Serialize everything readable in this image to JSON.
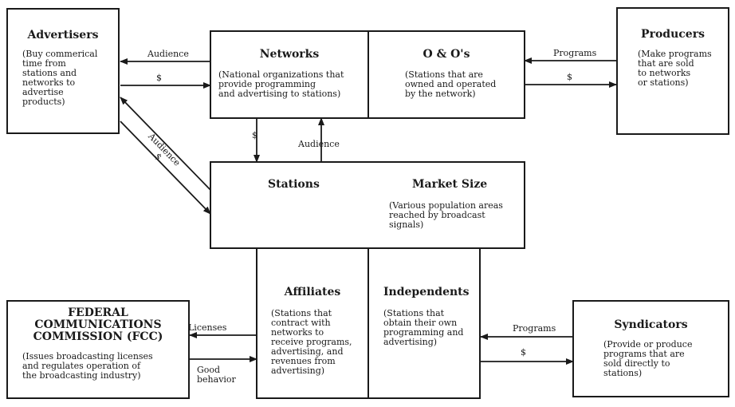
{
  "advertisers": {
    "title": "Advertisers",
    "desc": [
      "(Buy commerical",
      "time from",
      "stations and",
      "networks to",
      "advertise",
      "products)"
    ]
  },
  "networks": {
    "title": "Networks",
    "desc": [
      "(National organizations that",
      "provide programming",
      "and advertising to stations)"
    ]
  },
  "oandos": {
    "title": "O & O's",
    "desc": [
      "(Stations that are",
      "owned and operated",
      "by the network)"
    ]
  },
  "producers": {
    "title": "Producers",
    "desc": [
      "(Make programs",
      "that are sold",
      "to networks",
      "or stations)"
    ]
  },
  "stations": {
    "title": "Stations"
  },
  "market_size": {
    "title": "Market Size",
    "desc": [
      "(Various population areas",
      "reached by broadcast",
      "signals)"
    ]
  },
  "affiliates": {
    "title": "Affiliates",
    "desc": [
      "(Stations that",
      "contract with",
      "networks to",
      "receive programs,",
      "advertising, and",
      "revenues from",
      "advertising)"
    ]
  },
  "independents": {
    "title": "Independents",
    "desc": [
      "(Stations that",
      "obtain their own",
      "programming and",
      "advertising)"
    ]
  },
  "fcc": {
    "title": [
      "FEDERAL",
      "COMMUNICATIONS",
      "COMMISSION (FCC)"
    ],
    "desc": [
      "(Issues broadcasting licenses",
      "and regulates operation of",
      "the broadcasting industry)"
    ]
  },
  "syndicators": {
    "title": "Syndicators",
    "desc": [
      "(Provide or produce",
      "programs that are",
      "sold directly to",
      "stations)"
    ]
  },
  "flows": {
    "net_to_adv": "Audience",
    "adv_to_net": "$",
    "prod_to_oo": "Programs",
    "oo_to_prod": "$",
    "net_to_sta": "$",
    "sta_to_net": "Audience",
    "sta_to_adv": "Audience",
    "adv_to_sta": "$",
    "aff_to_fcc": "Licenses",
    "fcc_to_aff": [
      "Good",
      "behavior"
    ],
    "syn_to_ind": "Programs",
    "ind_to_syn": "$"
  }
}
